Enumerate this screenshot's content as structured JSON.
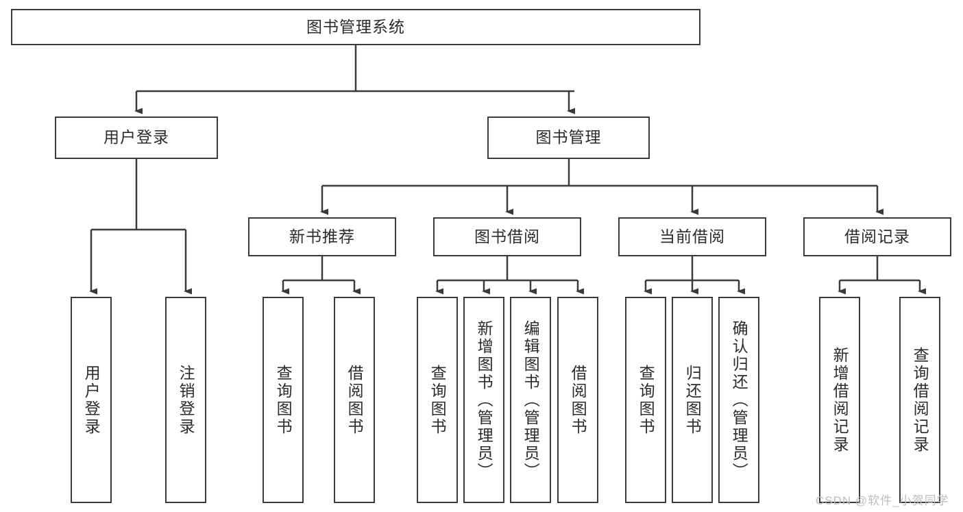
{
  "diagram": {
    "title": "图书管理系统",
    "type": "hierarchy-tree",
    "watermark": "CSDN @软件_小贺同学",
    "colors": {
      "stroke": "#3a3a3a",
      "fill": "#ffffff",
      "text": "#2b2b2b",
      "watermark": "#bdbdbd"
    },
    "nodes": {
      "root": {
        "label": "图书管理系统"
      },
      "level2": [
        {
          "id": "user-login",
          "label": "用户登录"
        },
        {
          "id": "book-manage",
          "label": "图书管理"
        }
      ],
      "level3": [
        {
          "id": "new-book-recommend",
          "label": "新书推荐"
        },
        {
          "id": "book-borrow",
          "label": "图书借阅"
        },
        {
          "id": "current-borrow",
          "label": "当前借阅"
        },
        {
          "id": "borrow-record",
          "label": "借阅记录"
        }
      ],
      "leaves": {
        "user_login": [
          {
            "id": "leaf-user-login",
            "label": "用户登录"
          },
          {
            "id": "leaf-logout-login",
            "label": "注销登录"
          }
        ],
        "new_book_recommend": [
          {
            "id": "leaf-query-book-1",
            "label": "查询图书"
          },
          {
            "id": "leaf-borrow-book-1",
            "label": "借阅图书"
          }
        ],
        "book_borrow": [
          {
            "id": "leaf-query-book-2",
            "label": "查询图书"
          },
          {
            "id": "leaf-add-book",
            "label": "新增图书（管理员）"
          },
          {
            "id": "leaf-edit-book",
            "label": "编辑图书（管理员）"
          },
          {
            "id": "leaf-borrow-book-2",
            "label": "借阅图书"
          }
        ],
        "current_borrow": [
          {
            "id": "leaf-query-book-3",
            "label": "查询图书"
          },
          {
            "id": "leaf-return-book",
            "label": "归还图书"
          },
          {
            "id": "leaf-confirm-return",
            "label": "确认归还（管理员）"
          }
        ],
        "borrow_record": [
          {
            "id": "leaf-add-record",
            "label": "新增借阅记录"
          },
          {
            "id": "leaf-query-record",
            "label": "查询借阅记录"
          }
        ]
      }
    }
  }
}
